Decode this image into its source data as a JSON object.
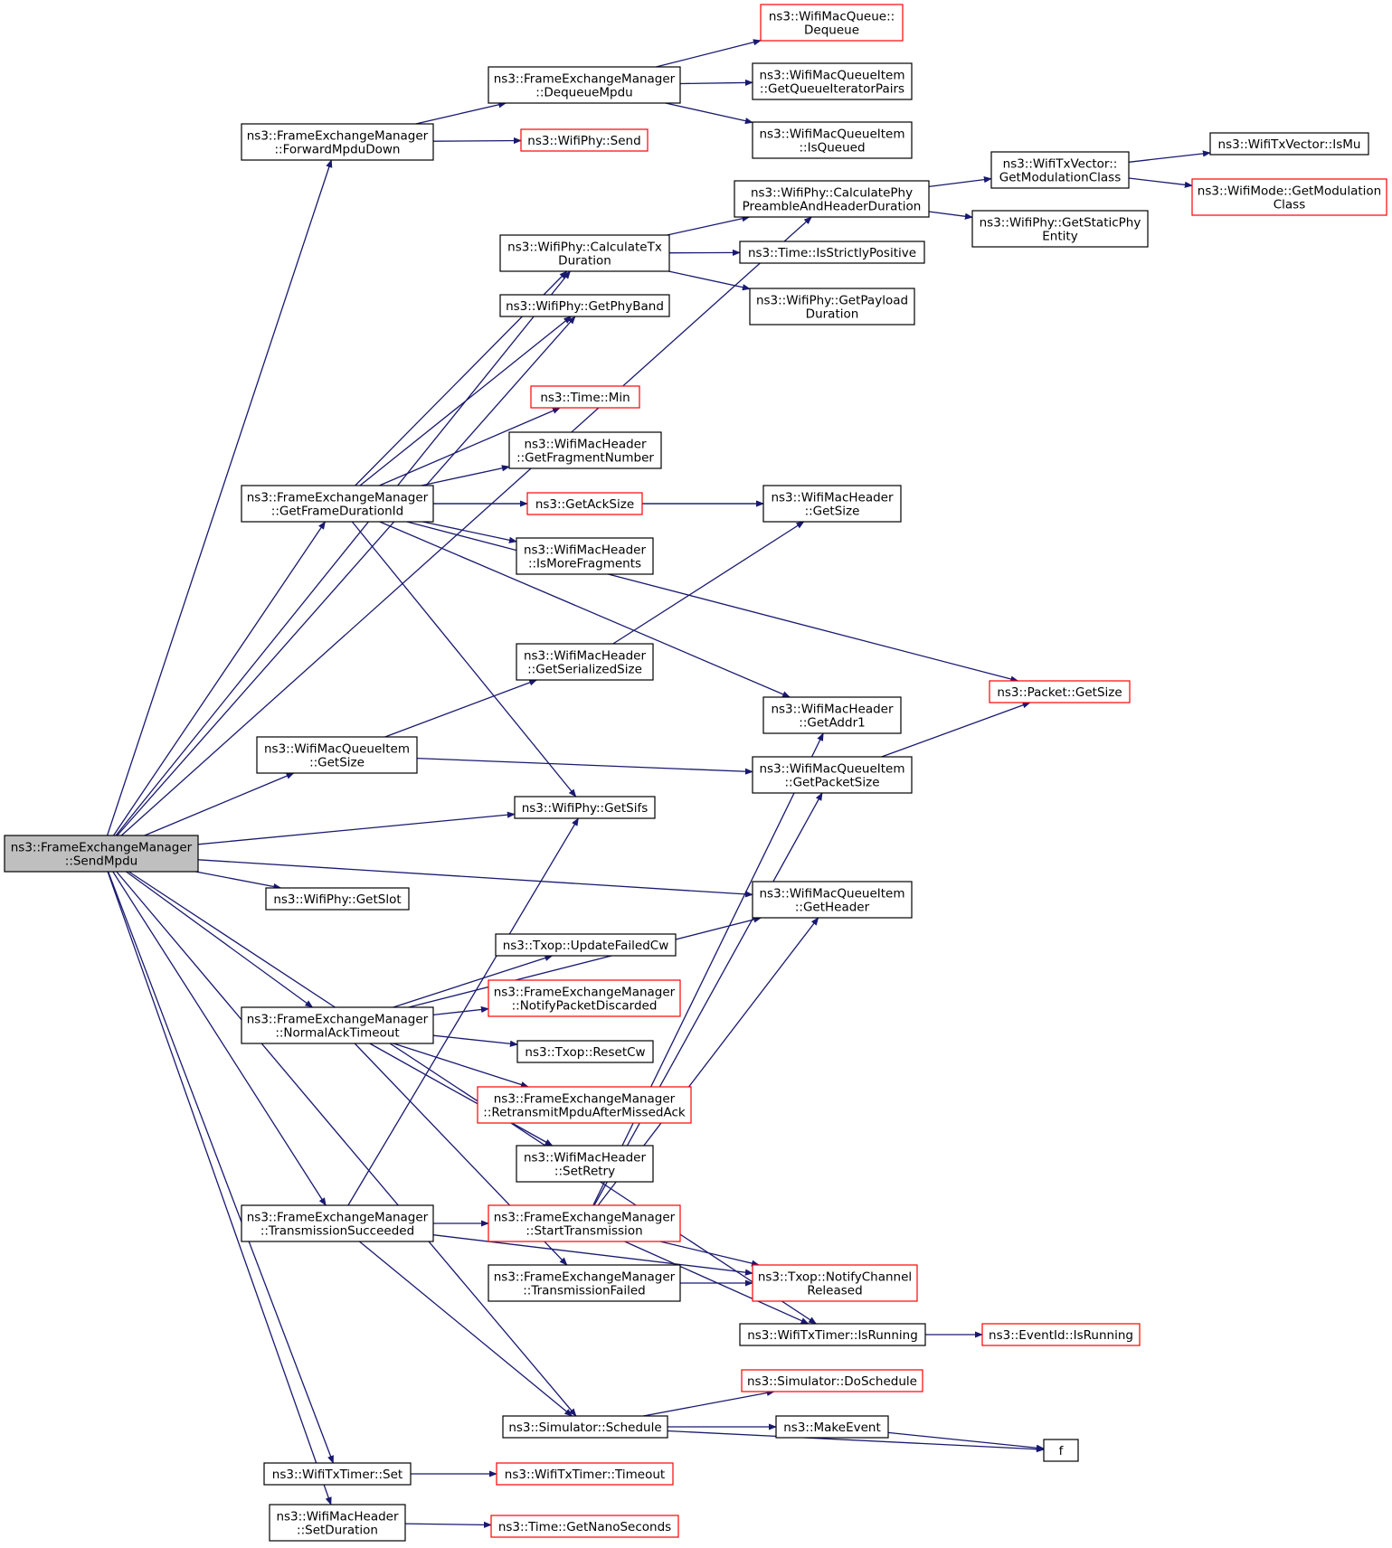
{
  "colors": {
    "edge": "#191970",
    "box_border": "#000000",
    "box_border_external": "#ff0000",
    "root_fill": "#bfbfbf"
  },
  "nodes": {
    "send_mpdu": {
      "lines": [
        "ns3::FrameExchangeManager",
        "::SendMpdu"
      ],
      "style": "root"
    },
    "forward_mpdu_down": {
      "lines": [
        "ns3::FrameExchangeManager",
        "::ForwardMpduDown"
      ],
      "style": "normal"
    },
    "dequeue_mpdu": {
      "lines": [
        "ns3::FrameExchangeManager",
        "::DequeueMpdu"
      ],
      "style": "normal"
    },
    "wifimacqueue_dequeue": {
      "lines": [
        "ns3::WifiMacQueue::",
        "Dequeue"
      ],
      "style": "red"
    },
    "get_queue_iterator_pairs": {
      "lines": [
        "ns3::WifiMacQueueItem",
        "::GetQueueIteratorPairs"
      ],
      "style": "normal"
    },
    "is_queued": {
      "lines": [
        "ns3::WifiMacQueueItem",
        "::IsQueued"
      ],
      "style": "normal"
    },
    "wifiphy_send": {
      "lines": [
        "ns3::WifiPhy::Send"
      ],
      "style": "red"
    },
    "calc_preamble": {
      "lines": [
        "ns3::WifiPhy::CalculatePhy",
        "PreambleAndHeaderDuration"
      ],
      "style": "normal"
    },
    "get_modulation_class_vec": {
      "lines": [
        "ns3::WifiTxVector::",
        "GetModulationClass"
      ],
      "style": "normal"
    },
    "is_mu": {
      "lines": [
        "ns3::WifiTxVector::IsMu"
      ],
      "style": "normal"
    },
    "get_modulation_class_mode": {
      "lines": [
        "ns3::WifiMode::GetModulation",
        "Class"
      ],
      "style": "red"
    },
    "get_static_phy_entity": {
      "lines": [
        "ns3::WifiPhy::GetStaticPhy",
        "Entity"
      ],
      "style": "normal"
    },
    "calc_tx_duration": {
      "lines": [
        "ns3::WifiPhy::CalculateTx",
        "Duration"
      ],
      "style": "normal"
    },
    "is_strictly_positive": {
      "lines": [
        "ns3::Time::IsStrictlyPositive"
      ],
      "style": "normal"
    },
    "get_payload_duration": {
      "lines": [
        "ns3::WifiPhy::GetPayload",
        "Duration"
      ],
      "style": "normal"
    },
    "get_phy_band": {
      "lines": [
        "ns3::WifiPhy::GetPhyBand"
      ],
      "style": "normal"
    },
    "time_min": {
      "lines": [
        "ns3::Time::Min"
      ],
      "style": "red"
    },
    "get_fragment_number": {
      "lines": [
        "ns3::WifiMacHeader",
        "::GetFragmentNumber"
      ],
      "style": "normal"
    },
    "get_frame_duration_id": {
      "lines": [
        "ns3::FrameExchangeManager",
        "::GetFrameDurationId"
      ],
      "style": "normal"
    },
    "get_ack_size": {
      "lines": [
        "ns3::GetAckSize"
      ],
      "style": "red"
    },
    "mac_header_get_size": {
      "lines": [
        "ns3::WifiMacHeader",
        "::GetSize"
      ],
      "style": "normal"
    },
    "is_more_fragments": {
      "lines": [
        "ns3::WifiMacHeader",
        "::IsMoreFragments"
      ],
      "style": "normal"
    },
    "get_serialized_size": {
      "lines": [
        "ns3::WifiMacHeader",
        "::GetSerializedSize"
      ],
      "style": "normal"
    },
    "packet_get_size": {
      "lines": [
        "ns3::Packet::GetSize"
      ],
      "style": "red"
    },
    "get_addr1": {
      "lines": [
        "ns3::WifiMacHeader",
        "::GetAddr1"
      ],
      "style": "normal"
    },
    "queue_item_get_size": {
      "lines": [
        "ns3::WifiMacQueueItem",
        "::GetSize"
      ],
      "style": "normal"
    },
    "get_packet_size": {
      "lines": [
        "ns3::WifiMacQueueItem",
        "::GetPacketSize"
      ],
      "style": "normal"
    },
    "get_sifs": {
      "lines": [
        "ns3::WifiPhy::GetSifs"
      ],
      "style": "normal"
    },
    "get_slot": {
      "lines": [
        "ns3::WifiPhy::GetSlot"
      ],
      "style": "normal"
    },
    "get_header": {
      "lines": [
        "ns3::WifiMacQueueItem",
        "::GetHeader"
      ],
      "style": "normal"
    },
    "update_failed_cw": {
      "lines": [
        "ns3::Txop::UpdateFailedCw"
      ],
      "style": "normal"
    },
    "notify_packet_discarded": {
      "lines": [
        "ns3::FrameExchangeManager",
        "::NotifyPacketDiscarded"
      ],
      "style": "red"
    },
    "normal_ack_timeout": {
      "lines": [
        "ns3::FrameExchangeManager",
        "::NormalAckTimeout"
      ],
      "style": "normal"
    },
    "reset_cw": {
      "lines": [
        "ns3::Txop::ResetCw"
      ],
      "style": "normal"
    },
    "retransmit_mpdu": {
      "lines": [
        "ns3::FrameExchangeManager",
        "::RetransmitMpduAfterMissedAck"
      ],
      "style": "red"
    },
    "set_retry": {
      "lines": [
        "ns3::WifiMacHeader",
        "::SetRetry"
      ],
      "style": "normal"
    },
    "transmission_succeeded": {
      "lines": [
        "ns3::FrameExchangeManager",
        "::TransmissionSucceeded"
      ],
      "style": "normal"
    },
    "start_transmission": {
      "lines": [
        "ns3::FrameExchangeManager",
        "::StartTransmission"
      ],
      "style": "red"
    },
    "transmission_failed": {
      "lines": [
        "ns3::FrameExchangeManager",
        "::TransmissionFailed"
      ],
      "style": "normal"
    },
    "notify_channel_released": {
      "lines": [
        "ns3::Txop::NotifyChannel",
        "Released"
      ],
      "style": "red"
    },
    "tx_timer_is_running": {
      "lines": [
        "ns3::WifiTxTimer::IsRunning"
      ],
      "style": "normal"
    },
    "event_id_is_running": {
      "lines": [
        "ns3::EventId::IsRunning"
      ],
      "style": "red"
    },
    "do_schedule": {
      "lines": [
        "ns3::Simulator::DoSchedule"
      ],
      "style": "red"
    },
    "simulator_schedule": {
      "lines": [
        "ns3::Simulator::Schedule"
      ],
      "style": "normal"
    },
    "make_event": {
      "lines": [
        "ns3::MakeEvent"
      ],
      "style": "normal"
    },
    "f": {
      "lines": [
        "f"
      ],
      "style": "normal"
    },
    "tx_timer_set": {
      "lines": [
        "ns3::WifiTxTimer::Set"
      ],
      "style": "normal"
    },
    "tx_timer_timeout": {
      "lines": [
        "ns3::WifiTxTimer::Timeout"
      ],
      "style": "red"
    },
    "set_duration": {
      "lines": [
        "ns3::WifiMacHeader",
        "::SetDuration"
      ],
      "style": "normal"
    },
    "get_nano_seconds": {
      "lines": [
        "ns3::Time::GetNanoSeconds"
      ],
      "style": "red"
    }
  },
  "edges": [
    [
      "send_mpdu",
      "forward_mpdu_down"
    ],
    [
      "send_mpdu",
      "calc_preamble"
    ],
    [
      "send_mpdu",
      "calc_tx_duration"
    ],
    [
      "send_mpdu",
      "get_phy_band"
    ],
    [
      "send_mpdu",
      "get_frame_duration_id"
    ],
    [
      "send_mpdu",
      "queue_item_get_size"
    ],
    [
      "send_mpdu",
      "get_sifs"
    ],
    [
      "send_mpdu",
      "get_header"
    ],
    [
      "send_mpdu",
      "get_slot"
    ],
    [
      "send_mpdu",
      "normal_ack_timeout"
    ],
    [
      "send_mpdu",
      "transmission_succeeded"
    ],
    [
      "send_mpdu",
      "tx_timer_is_running"
    ],
    [
      "send_mpdu",
      "simulator_schedule"
    ],
    [
      "send_mpdu",
      "tx_timer_set"
    ],
    [
      "send_mpdu",
      "set_duration"
    ],
    [
      "forward_mpdu_down",
      "dequeue_mpdu"
    ],
    [
      "forward_mpdu_down",
      "wifiphy_send"
    ],
    [
      "dequeue_mpdu",
      "wifimacqueue_dequeue"
    ],
    [
      "dequeue_mpdu",
      "get_queue_iterator_pairs"
    ],
    [
      "dequeue_mpdu",
      "is_queued"
    ],
    [
      "calc_preamble",
      "get_modulation_class_vec"
    ],
    [
      "calc_preamble",
      "get_static_phy_entity"
    ],
    [
      "get_modulation_class_vec",
      "is_mu"
    ],
    [
      "get_modulation_class_vec",
      "get_modulation_class_mode"
    ],
    [
      "calc_tx_duration",
      "calc_preamble"
    ],
    [
      "calc_tx_duration",
      "is_strictly_positive"
    ],
    [
      "calc_tx_duration",
      "get_payload_duration"
    ],
    [
      "get_frame_duration_id",
      "calc_tx_duration"
    ],
    [
      "get_frame_duration_id",
      "get_phy_band"
    ],
    [
      "get_frame_duration_id",
      "mac_header_get_size"
    ],
    [
      "get_frame_duration_id",
      "time_min"
    ],
    [
      "get_frame_duration_id",
      "get_fragment_number"
    ],
    [
      "get_frame_duration_id",
      "get_ack_size"
    ],
    [
      "get_frame_duration_id",
      "is_more_fragments"
    ],
    [
      "get_frame_duration_id",
      "packet_get_size"
    ],
    [
      "get_frame_duration_id",
      "get_addr1"
    ],
    [
      "get_frame_duration_id",
      "get_sifs"
    ],
    [
      "get_ack_size",
      "mac_header_get_size"
    ],
    [
      "get_serialized_size",
      "mac_header_get_size"
    ],
    [
      "queue_item_get_size",
      "get_serialized_size"
    ],
    [
      "queue_item_get_size",
      "get_packet_size"
    ],
    [
      "get_packet_size",
      "packet_get_size"
    ],
    [
      "normal_ack_timeout",
      "get_header"
    ],
    [
      "normal_ack_timeout",
      "update_failed_cw"
    ],
    [
      "normal_ack_timeout",
      "notify_packet_discarded"
    ],
    [
      "normal_ack_timeout",
      "reset_cw"
    ],
    [
      "normal_ack_timeout",
      "retransmit_mpdu"
    ],
    [
      "normal_ack_timeout",
      "set_retry"
    ],
    [
      "normal_ack_timeout",
      "transmission_failed"
    ],
    [
      "transmission_succeeded",
      "get_sifs"
    ],
    [
      "transmission_succeeded",
      "start_transmission"
    ],
    [
      "transmission_succeeded",
      "notify_channel_released"
    ],
    [
      "transmission_succeeded",
      "simulator_schedule"
    ],
    [
      "start_transmission",
      "get_addr1"
    ],
    [
      "start_transmission",
      "get_packet_size"
    ],
    [
      "start_transmission",
      "get_header"
    ],
    [
      "start_transmission",
      "notify_channel_released"
    ],
    [
      "start_transmission",
      "tx_timer_is_running"
    ],
    [
      "transmission_failed",
      "notify_channel_released"
    ],
    [
      "tx_timer_is_running",
      "event_id_is_running"
    ],
    [
      "simulator_schedule",
      "do_schedule"
    ],
    [
      "simulator_schedule",
      "make_event"
    ],
    [
      "simulator_schedule",
      "f"
    ],
    [
      "make_event",
      "f"
    ],
    [
      "tx_timer_set",
      "tx_timer_timeout"
    ],
    [
      "set_duration",
      "get_nano_seconds"
    ]
  ]
}
